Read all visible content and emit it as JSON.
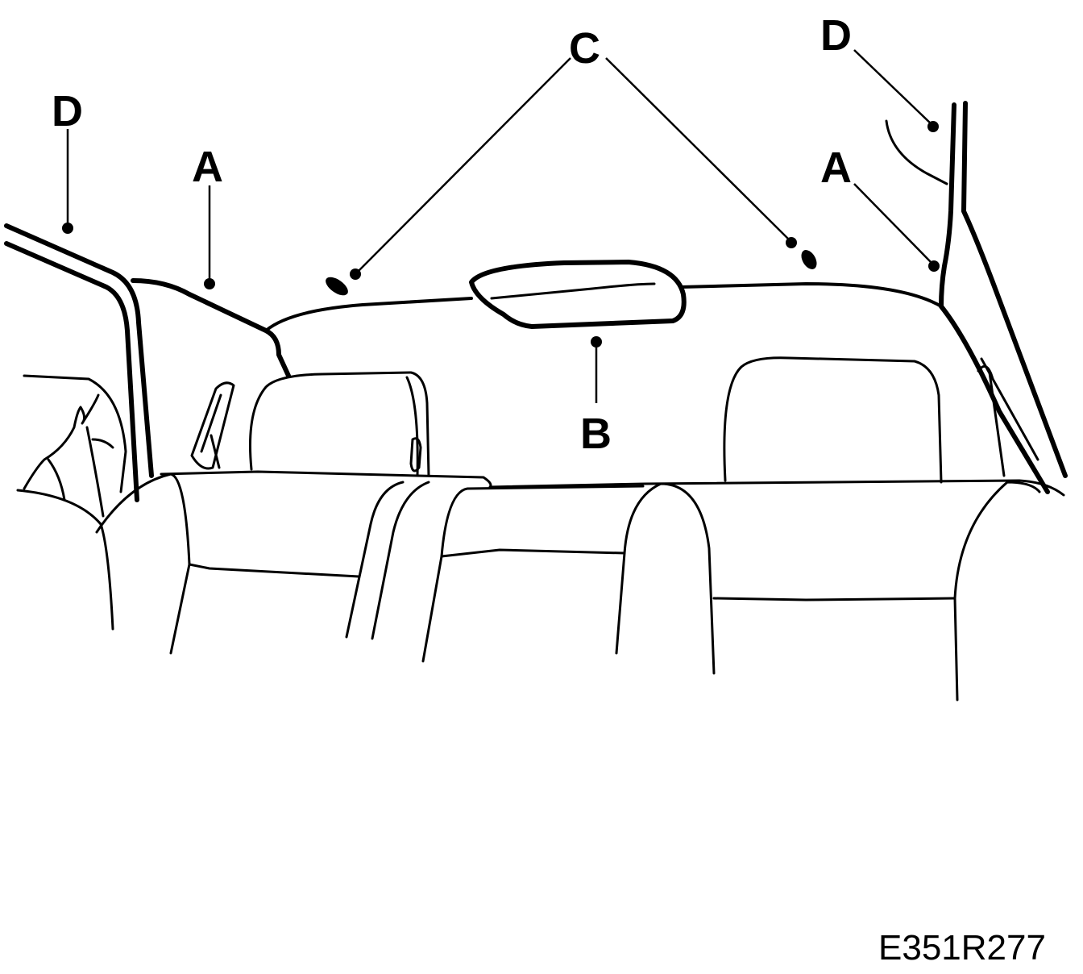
{
  "labels": {
    "a_left": "A",
    "a_right": "A",
    "b": "B",
    "c": "C",
    "d_left": "D",
    "d_right": "D"
  },
  "figure_code": "E351R277",
  "colors": {
    "ink": "#000000",
    "background": "#ffffff"
  }
}
